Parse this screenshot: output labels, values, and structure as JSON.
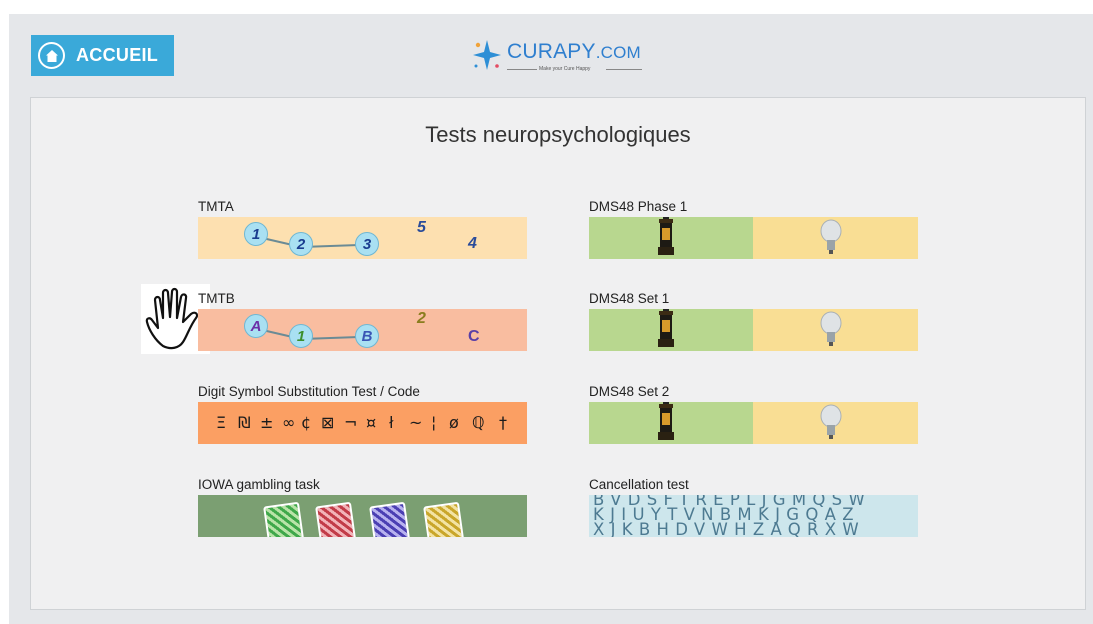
{
  "header": {
    "home_label": "ACCUEIL",
    "logo_brand": "CURAPY",
    "logo_domain": ".COM",
    "logo_tagline": "Make your Cure Happy"
  },
  "panel": {
    "title": "Tests neuropsychologiques"
  },
  "tests": {
    "tmta": {
      "label": "TMTA",
      "nodes": [
        "1",
        "2",
        "3"
      ],
      "loose": [
        "5",
        "4"
      ]
    },
    "tmtb": {
      "label": "TMTB",
      "nodes": [
        "A",
        "1",
        "B"
      ],
      "loose": [
        "2",
        "C"
      ]
    },
    "digit_symbol": {
      "label": "Digit Symbol Substitution Test / Code",
      "symbols": [
        "Ξ",
        "₪",
        "±",
        "∞",
        "¢",
        "⊠",
        "¬",
        "¤",
        "ł",
        "~",
        "¦",
        "ø",
        "ℚ",
        "†"
      ]
    },
    "iowa": {
      "label": "IOWA gambling task"
    },
    "dms48_phase1": {
      "label": "DMS48 Phase 1"
    },
    "dms48_set1": {
      "label": "DMS48 Set 1"
    },
    "dms48_set2": {
      "label": "DMS48 Set 2"
    },
    "cancellation": {
      "label": "Cancellation test",
      "rows": [
        "BVDSFTREPLJGMQSW",
        "KJIUYTVNBMKJGQAZ",
        "XJKBHDVWHZAQRXW"
      ]
    }
  },
  "colors": {
    "accent": "#3aa9d9",
    "tmta_bg": "#fde0b0",
    "tmtb_bg": "#f9bda0",
    "dsst_bg": "#fb9f63",
    "iowa_bg": "#7b9f72",
    "dms_left": "#b8d78f",
    "dms_right": "#f9de94",
    "cancel_bg": "#cde6ec"
  },
  "icons": {
    "home": "home-icon",
    "hand": "hand-icon",
    "lantern": "lantern-icon",
    "bulb": "light-bulb-icon"
  }
}
